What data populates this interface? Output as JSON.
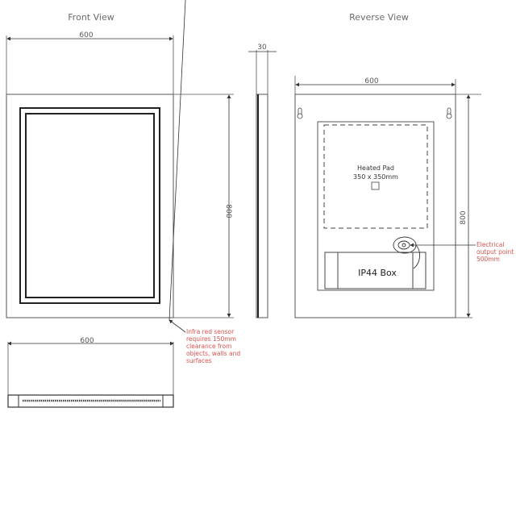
{
  "views": {
    "front": {
      "title": "Front View",
      "width_dim": "600",
      "height_dim": "800"
    },
    "side": {
      "depth_dim": "30"
    },
    "bottom": {
      "width_dim": "600"
    },
    "reverse": {
      "title": "Reverse View",
      "width_dim": "600",
      "height_dim": "800",
      "heated_pad_label": "Heated Pad",
      "heated_pad_size": "350 x 350mm",
      "ip44_box_label": "IP44 Box"
    }
  },
  "annotations": {
    "sensor_note": [
      "Infra red sensor",
      "requires 150mm",
      "clearance from",
      "objects, walls and",
      "surfaces"
    ],
    "electrical_note": [
      "Electrical",
      "output point",
      "500mm"
    ]
  },
  "colors": {
    "line": "#333333",
    "annotation": "#d9534f",
    "title": "#6b6b6b"
  }
}
